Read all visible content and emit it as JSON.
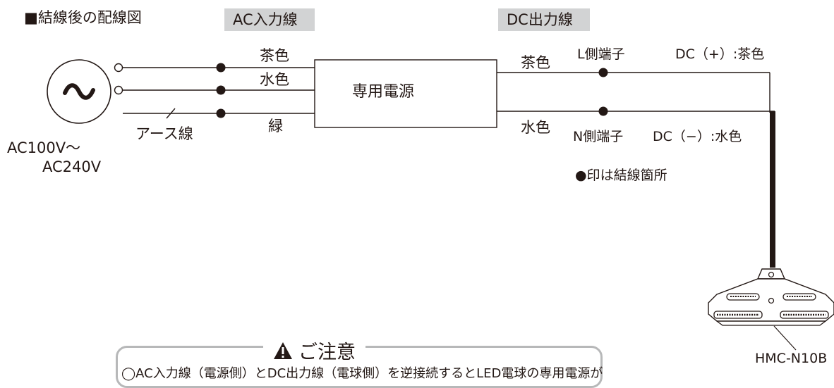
{
  "title": "■結線後の配線図",
  "headers": {
    "ac_input": "AC入力線",
    "dc_output": "DC出力線"
  },
  "power_source": {
    "symbol": "~",
    "voltage_line1": "AC100V〜",
    "voltage_line2": "AC240V"
  },
  "ac_wires": {
    "brown": "茶色",
    "light_blue": "水色",
    "ground": "アース線",
    "green": "緑"
  },
  "power_supply_label": "専用電源",
  "dc_wires": {
    "brown": "茶色",
    "light_blue": "水色"
  },
  "terminals": {
    "l_terminal": "L側端子",
    "n_terminal": "N側端子",
    "dc_plus": "DC（+）:茶色",
    "dc_minus": "DC（−）:水色"
  },
  "legend": "●印は結線箇所",
  "product_model": "HMC-N10B",
  "caution": {
    "title": "ご注意",
    "text": "◯AC入力線（電源側）とDC出力線（電球側）を逆接続するとLED電球の専用電源が"
  },
  "colors": {
    "line": "#231815",
    "band": "#d2d3d4",
    "caution_border": "#b7b8b9"
  }
}
